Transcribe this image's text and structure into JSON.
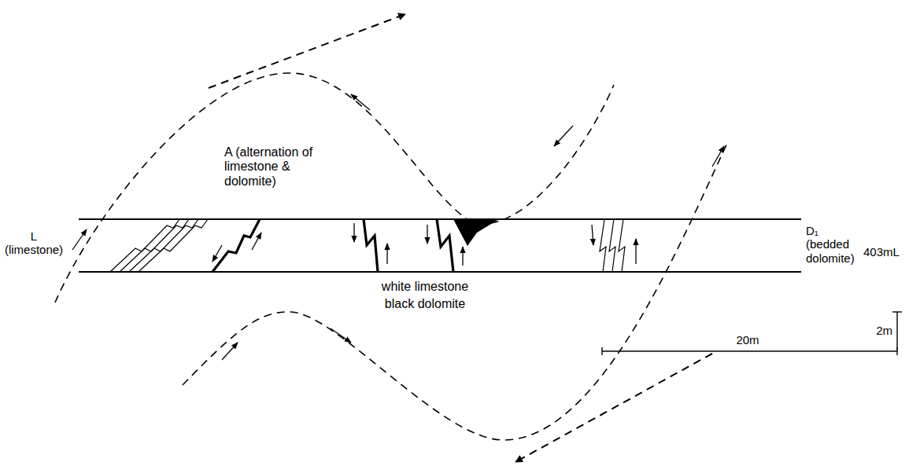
{
  "diagram": {
    "labels": [
      "L (limestone)",
      "A (alternation of limestone & dolomite)",
      "D₁ (bedded dolomite)",
      "403mL",
      "white limestone",
      "black dolomite",
      "2m",
      "20m"
    ]
  }
}
